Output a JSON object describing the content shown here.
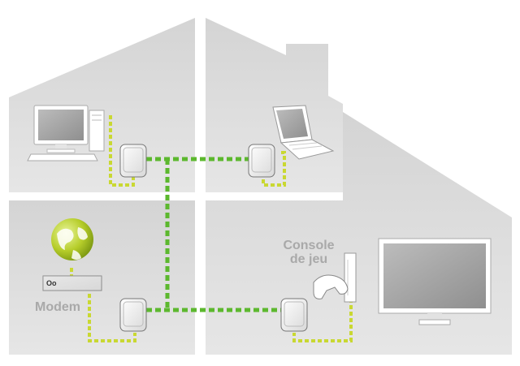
{
  "labels": {
    "modem": "Modem",
    "console_line1": "Console",
    "console_line2": "de jeu",
    "modem_box": "Oo"
  },
  "colors": {
    "wall": "#ffffff",
    "room_fill": "#d9d9d9",
    "network_green": "#5cb82e",
    "device_link_yellow": "#c9d832",
    "label_gray": "#a9a9a9"
  },
  "devices": [
    {
      "name": "desktop-computer",
      "room": "top-left"
    },
    {
      "name": "laptop",
      "room": "top-right"
    },
    {
      "name": "internet-globe",
      "room": "bottom-left"
    },
    {
      "name": "modem",
      "room": "bottom-left"
    },
    {
      "name": "game-console",
      "room": "bottom-right"
    },
    {
      "name": "monitor-tv",
      "room": "bottom-right"
    }
  ],
  "powerline_adapters": [
    "top-left",
    "top-right",
    "bottom-left",
    "bottom-right"
  ]
}
